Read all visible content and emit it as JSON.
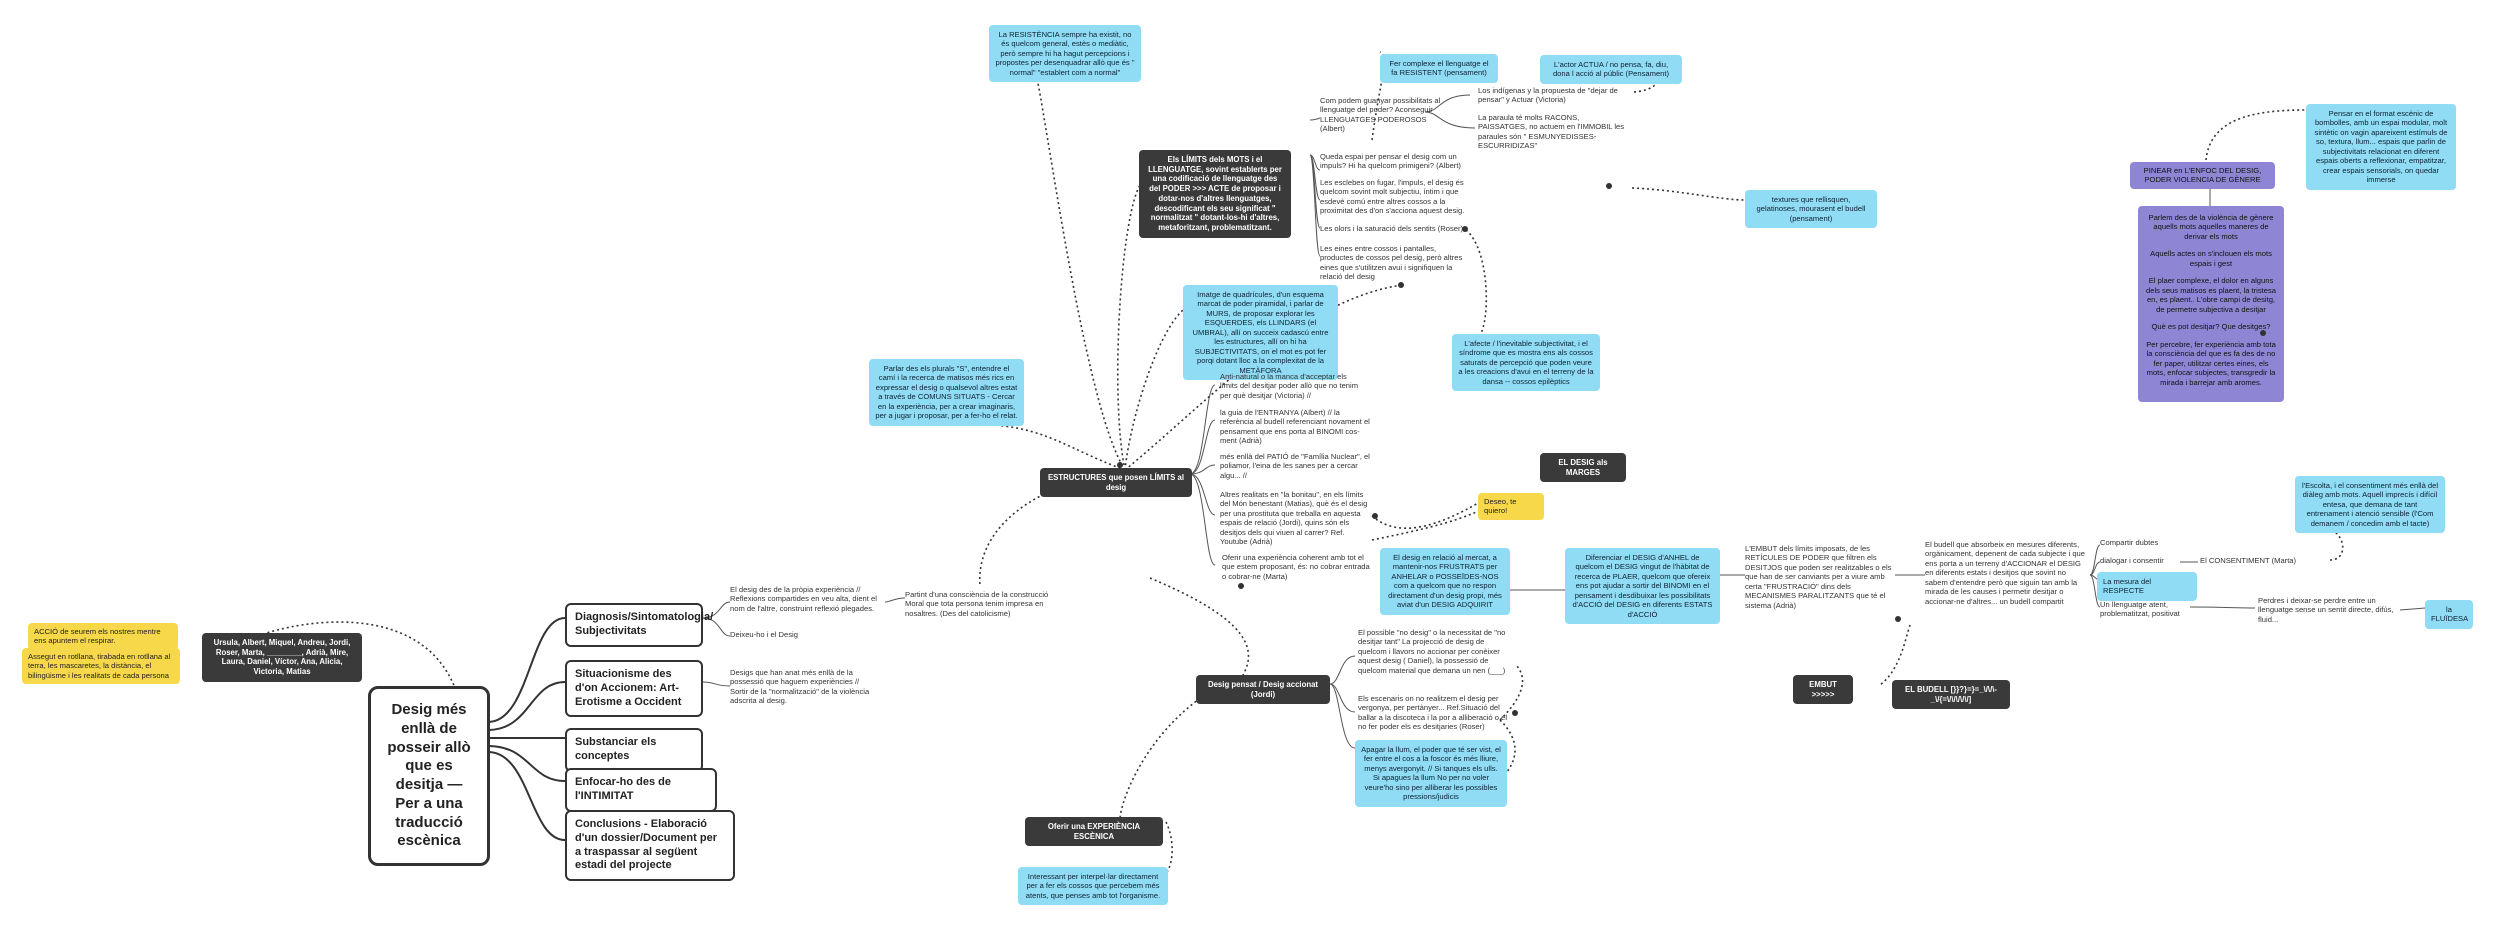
{
  "central": "Desig més enllà de posseir allò que es desitja — Per a una traducció escènica",
  "topics": [
    "Diagnosis/Sintomatologia/ Subjectivitats",
    "Situacionisme des d'on Accionem: Art-Erotisme a Occident",
    "Substanciar els conceptes",
    "Enfocar-ho des de l'INTIMITAT",
    "Conclusions - Elaboració d'un dossier/Document per a traspassar al següent estadi del projecte"
  ],
  "left": {
    "people": "Ursula, Albert, Miquel, Andreu, Jordi, Roser, Marta, ________, Adrià, Mire, Laura, Daniel, Víctor, Ana, Alicia, Victoria, Matias",
    "yellow_1": "ACCIÓ de seurem els nostres mentre ens apuntem el respirar.",
    "yellow_2": "Assegut en rotllana, tirabada en rotllana al terra, les mascaretes, la distància, el bilingüisme i les realitats de cada persona"
  },
  "diagnosis": {
    "text_1": "El desig des de la pròpia experiència // Reflexions compartides en veu alta, dient el nom de l'altre, construint reflexió plegades.",
    "text_2": "Deixeu-ho i el Desig",
    "text_3": "Partint d'una consciència de la construcció Moral que tota persona tenim impresa en nosaltres. (Des del catolicisme)"
  },
  "situacionisme": {
    "text": "Desigs que han anat més enllà de la possessió que haguem experiències // Sortir de la \"normalització\" de la violència adscrita al desig."
  },
  "estructures": {
    "label": "ESTRUCTURES que posen LÍMITS al desig",
    "plural_box": "Parlar des els plurals \"S\", entendre el camí i la recerca de matisos més rics en expressar el desig o qualsevol altres estat a través de COMUNS SITUATS - Cercar en la experiència, per a crear imaginaris, per a jugar i proposar, per a fer-ho el relat.",
    "limits_dark": "Els LÍMITS dels MOTS i el LLENGUATGE, sovint establerts per una codificació de llenguatge des del PODER >>> ACTE de proposar i dotar-nos d'altres llenguatges, descodificant els seu significat \" normalitzat \" dotant-los-hi d'altres, metaforitzant, problematitzant.",
    "resistencia": "La RESISTÈNCIA sempre ha existit, no és quelcom general, estès o mediàtic, però sempre hi ha hagut percepcions i propostes per desenquadrar allò que és \" normal\" \"establert com a normal\"",
    "quadricules": "Imatge de quadrícules, d'un esquema marcat de poder piramidal, i parlar de MURS, de proposar explorar les ESQUERDES, els LLINDARS (el UMBRAL), allí on succeix cadascú entre les estructures, allí on hi ha SUBJECTIVITATS, on el mot es pot fer porqi dotant lloc a la complexitat de la METÀFORA",
    "anti": "Anti-natural o la manca d'acceptar els límits del desitjar poder allò que no tenim per què desitjar (Victoria) //",
    "guia": "la guia de l'ENTRANYA (Albert) // la referència al budell referenciant novament el pensament que ens porta al BINOMI cos-ment (Adrià)",
    "patio": "més enllà del PATIÓ de \"Família Nuclear\", el poliamor, l'eina de les sanes per a cercar algu... //",
    "altres": "Altres realitats en \"la bonitau\", en els límits del Món benestant (Matias), què és el desig per una prostituta que treballa en aquesta espais de relació (Jordi), quins són els desitjos dels qui viuen al carrer? Ref. Youtube (Adrià)",
    "oferir_exp": "Oferir una experiència coherent amb tot el que estem proposant, és: no cobrar entrada o cobrar-ne (Marta)"
  },
  "top": {
    "com_podem": "Com podem guanyar possibilitats al llenguatge del poder? Aconseguir LLENGUATGES PODEROSOS (Albert)",
    "fer_complexe": "Fer complexe el llenguatge el fa RESISTENT (pensament)",
    "actor": "L'actor ACTUA / no pensa, fa, diu, dona l acció al públic (Pensament)",
    "indigenes": "Los indígenas y la propuesta de \"dejar de pensar\" y Actuar (Victoria)",
    "paraula": "La paraula té molts RACONS, PAISSATGES, no actuem en l'IMMOBIL les paraules són \" ESMUNYEDISSES-ESCURRIDIZAS\"",
    "queda": "Queda espai per pensar el desig com un impuls? Hi ha quelcom primigeni? (Albert)",
    "esclebes": "Les esclebes on fugar, l'impuls, el desig és quelcom sovint molt subjectiu, íntim i que esdevé comú entre altres cossos a la proximitat des d'on s'acciona aquest desig.",
    "olors": "Les olors i la saturació dels sentits (Roser)",
    "eines": "Les eines entre cossos i pantalles, productes de cossos pel desig, però altres eines que s'utilitzen avui i signifiquen la relació del desig",
    "textures": "textures que rellisquen, gelatinoses, mourasent el budell (pensament)",
    "afecte": "L'afecte / l'inevitable subjectivitat, i el síndrome que es mostra ens als cossos saturats de percepció que poden veure a les creacions d'avui en el terreny de la dansa -- cossos epilèptics"
  },
  "desig_marges": {
    "label": "EL DESIG als MARGES",
    "yellow": "Deseo, te quiero!"
  },
  "desig_mercat": {
    "box": "El desig en relació al mercat, a mantenir-nos FRUSTRATS per ANHELAR o POSSEÏDES-NOS com a quelcom que no respon directament d'un desig propi, més aviat d'un DESIG ADQUIRIT",
    "diferenciar": "Diferenciar el DESIG d'ANHEL de quelcom el DESIG vingut de l'hàbitat de recerca de PLAER, quelcom que ofereix ens pot ajudar a sortir del BINOMI en el pensament i desdibuixar les possibilitats d'ACCIÓ del DESIG en diferents ESTATS d'ACCIÓ",
    "embut_text": "L'EMBUT dels límits imposats, de les RETÍCULES DE PODER que filtren els DESITJOS que poden ser realitzables o els que han de ser canviants per a viure amb certa \"FRUSTRACIÓ\" dins dels MECANISMES PARALITZANTS que té el sistema (Adrià)",
    "embut_label": "EMBUT >>>>>",
    "budell_text": "El budell que absorbeix en mesures diferents, orgànicament, depenent de cada subjecte i que ens porta a un terreny d'ACCIONAR el DESIG en diferents estats i desitjos que sovint no sabem d'entendre però que siguin tan amb la mirada de les causes i permetir desitjar o accionar-ne d'altres... un budell compartit",
    "budell_label": "EL BUDELL [}}?}=}=_\\/\\/\\-_\\/{=\\/\\/\\/\\/\\/]",
    "compartir": "Compartir dubtes",
    "dialogar": "dialogar i consentir",
    "consentiment": "El CONSENTIMENT (Marta)",
    "mesura": "La mesura del RESPECTE",
    "llenguatge": "Un llenguatge atent, problematitzat, positivat",
    "perdres": "Perdres i deixar-se perdre entre un llenguatge sense un sentit directe, difús, fluid...",
    "fluidesa": "la FLUÏDESA",
    "escolta": "l'Escolta, i el consentiment més enllà del diàleg amb mots. Aquell imprecís i difícil entesa, que demana de tant entrenament i atenció sensible (l'Com demanem / concedim amb el tacte)"
  },
  "desig_pensat": {
    "label": "Desig pensat / Desig accionat (Jordi)",
    "possible": "El possible \"no desig\" o la necessitat de \"no desitjar tant\" La projecció de desig de quelcom i llavors no accionar per conèixer aquest desig ( Daniel), la possessió de quelcom material que demana un nen (___)",
    "escenaris": "Els escenaris on no realitzem el desig per vergonya, per pertànyer... Ref.Situació del ballar a la discoteca i la por a alliberació o el no fer poder els es desitjaries (Roser)",
    "apagar": "Apagar la llum, el poder que té ser vist, el fer entre el cos a la foscor és més lliure, menys avergonyit. // Si tanques els ulls. Si apagues la llum No per no voler veure'ho sino per alliberar les possibles pressions/judicis"
  },
  "oferir": {
    "label": "Oferir una EXPERIÈNCIA ESCÈNICA",
    "box": "Interessant per interpel·lar directament per a fer els cossos que percebem més atents, que penses amb tot l'organisme."
  },
  "right": {
    "pinear": "PINEAR en L'ENFOC DEL DESIG, PODER VIOLENCIA DE GÈNERE",
    "pensar_format": "Pensar en el format escènic de bombolles, amb un espai modular, molt sintètic on vagin apareixent estímuls de so, textura, llum... espais que parlin de subjectivitats relacionat en diferent espais oberts a reflexionar, empatitzar, crear espais sensorials, on quedar immerse",
    "purple_1": "Parlem des de la violència de gènere aquells mots aquelles maneres de derivar els mots",
    "purple_2": "Aquells actes on s'inclouen els mots espais i gest",
    "purple_3": "El plaer complexe, el dolor en alguns dels seus matisos es plaent, la tristesa en, es plaent.. L'obre campi de desitg, de permetre subjectiva a desitjar",
    "purple_4": "Què es pot desitjar? Que desitges?",
    "purple_5": "Per percebre, fer experiència amb tota la consciència del que es fa des de no fer paper, utilitzar certes eines, els mots, enfocar subjectes, transgredir la mirada i barrejar amb aromes."
  }
}
